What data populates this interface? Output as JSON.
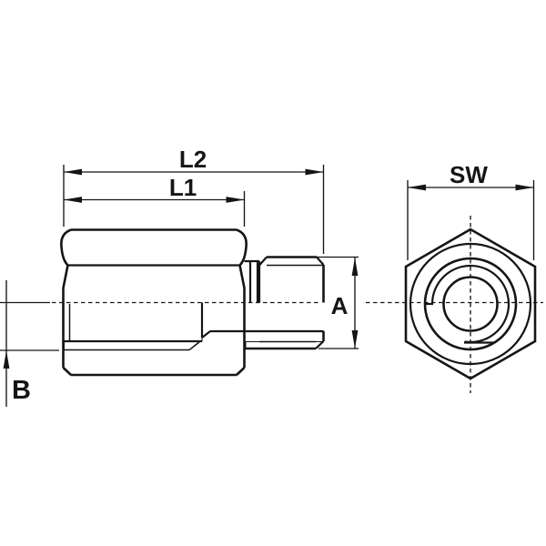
{
  "drawing": {
    "labels": {
      "l2": "L2",
      "l1": "L1",
      "a": "A",
      "b": "B",
      "sw": "SW"
    },
    "colors": {
      "line": "#151515",
      "background": "#ffffff"
    }
  }
}
